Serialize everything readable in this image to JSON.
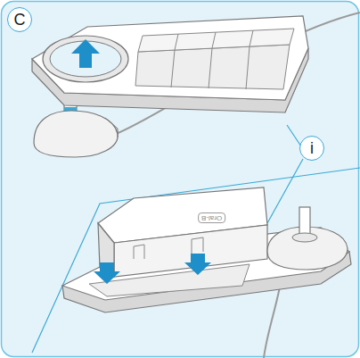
{
  "diagram": {
    "nodes": [
      {
        "text": [
          "C"
        ]
      },
      {
        "text": [
          "i"
        ]
      }
    ],
    "labels": [
      "Oral-B"
    ]
  }
}
